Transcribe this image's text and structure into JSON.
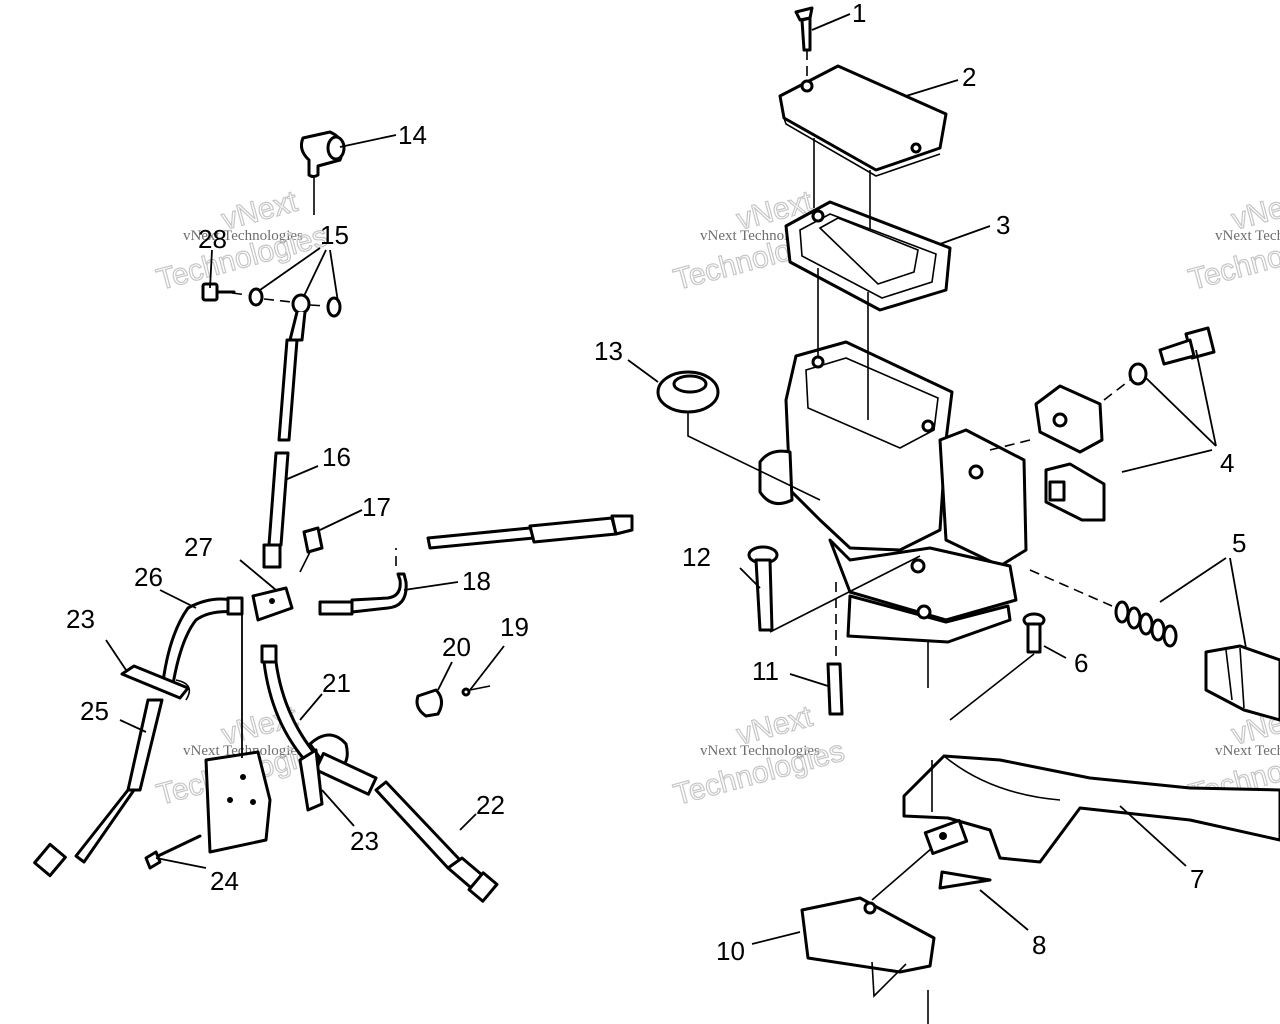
{
  "callouts": {
    "c1": "1",
    "c2": "2",
    "c3": "3",
    "c4": "4",
    "c5": "5",
    "c6": "6",
    "c7": "7",
    "c8": "8",
    "c10": "10",
    "c11": "11",
    "c12": "12",
    "c13": "13",
    "c14": "14",
    "c15": "15",
    "c16": "16",
    "c17": "17",
    "c18": "18",
    "c19": "19",
    "c20": "20",
    "c21": "21",
    "c22": "22",
    "c23a": "23",
    "c23b": "23",
    "c24": "24",
    "c25": "25",
    "c26": "26",
    "c27": "27",
    "c28": "28"
  },
  "watermark": {
    "line1": "vNext Technologies",
    "line2": "vNext",
    "line3": "Technologies"
  },
  "colors": {
    "ink": "#000000",
    "paper": "#ffffff",
    "watermark": "#bdbdbd"
  }
}
